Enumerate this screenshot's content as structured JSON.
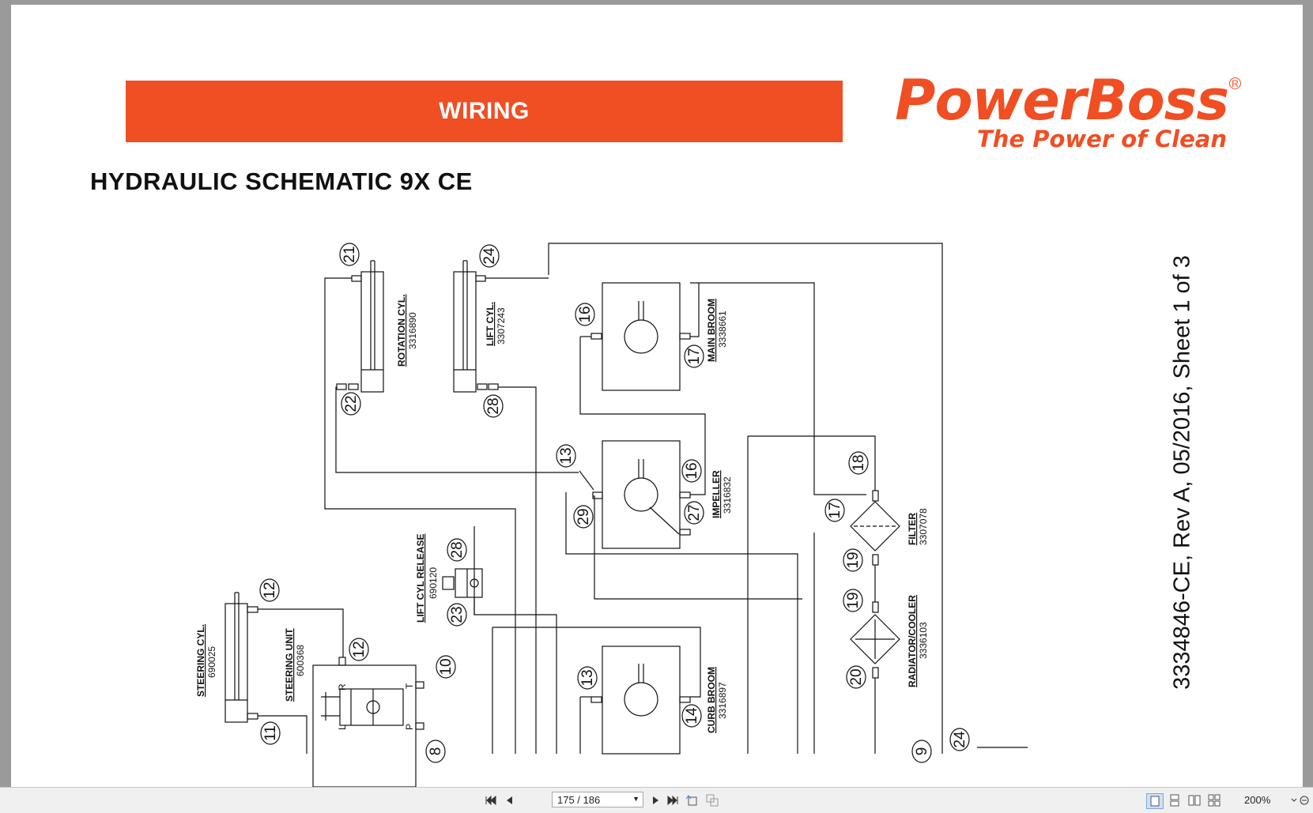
{
  "banner": {
    "title": "WIRING"
  },
  "brand": {
    "name": "PowerBoss",
    "registered": "R",
    "tagline": "The Power of Clean"
  },
  "document": {
    "title": "HYDRAULIC SCHEMATIC 9X CE",
    "reference": "3334846-CE, Rev A, 05/2016, Sheet 1 of 3"
  },
  "components": {
    "rotation_cyl": {
      "name": "ROTATION CYL.",
      "part": "3316890"
    },
    "lift_cyl": {
      "name": "LIFT CYL.",
      "part": "3307243"
    },
    "main_broom": {
      "name": "MAIN BROOM",
      "part": "3338661"
    },
    "impeller": {
      "name": "IMPELLER",
      "part": "3316832"
    },
    "lift_cyl_release": {
      "name": "LIFT CYL RELEASE",
      "part": "690120"
    },
    "filter": {
      "name": "FILTER",
      "part": "3307078"
    },
    "radiator_cooler": {
      "name": "RADIATOR/COOLER",
      "part": "3336103"
    },
    "steering_cyl": {
      "name": "STEERING CYL.",
      "part": "690025"
    },
    "steering_unit": {
      "name": "STEERING UNIT",
      "part": "600368"
    },
    "curb_broom": {
      "name": "CURB BROOM",
      "part": "3316897"
    }
  },
  "port_letters": {
    "r": "R",
    "l": "L",
    "t": "T",
    "p": "P"
  },
  "callouts": {
    "c21": "21",
    "c24a": "24",
    "c22": "22",
    "c28a": "28",
    "c16a": "16",
    "c17a": "17",
    "c13a": "13",
    "c29": "29",
    "c16b": "16",
    "c27": "27",
    "c18": "18",
    "c17b": "17",
    "c19a": "19",
    "c19b": "19",
    "c20": "20",
    "c28b": "28",
    "c23": "23",
    "c12a": "12",
    "c12b": "12",
    "c10": "10",
    "c11": "11",
    "c13b": "13",
    "c14": "14",
    "c24b": "24",
    "c8": "8",
    "c9": "9"
  },
  "viewer": {
    "page_indicator": "175 / 186",
    "current_page": 175,
    "total_pages": 186,
    "zoom": "200%",
    "icons": [
      "first-page-icon",
      "prev-page-icon",
      "next-page-icon",
      "last-page-icon",
      "rotate-icon",
      "fit-icon",
      "single-page-icon",
      "continuous-icon",
      "facing-icon",
      "facing-continuous-icon",
      "zoom-icon"
    ]
  }
}
